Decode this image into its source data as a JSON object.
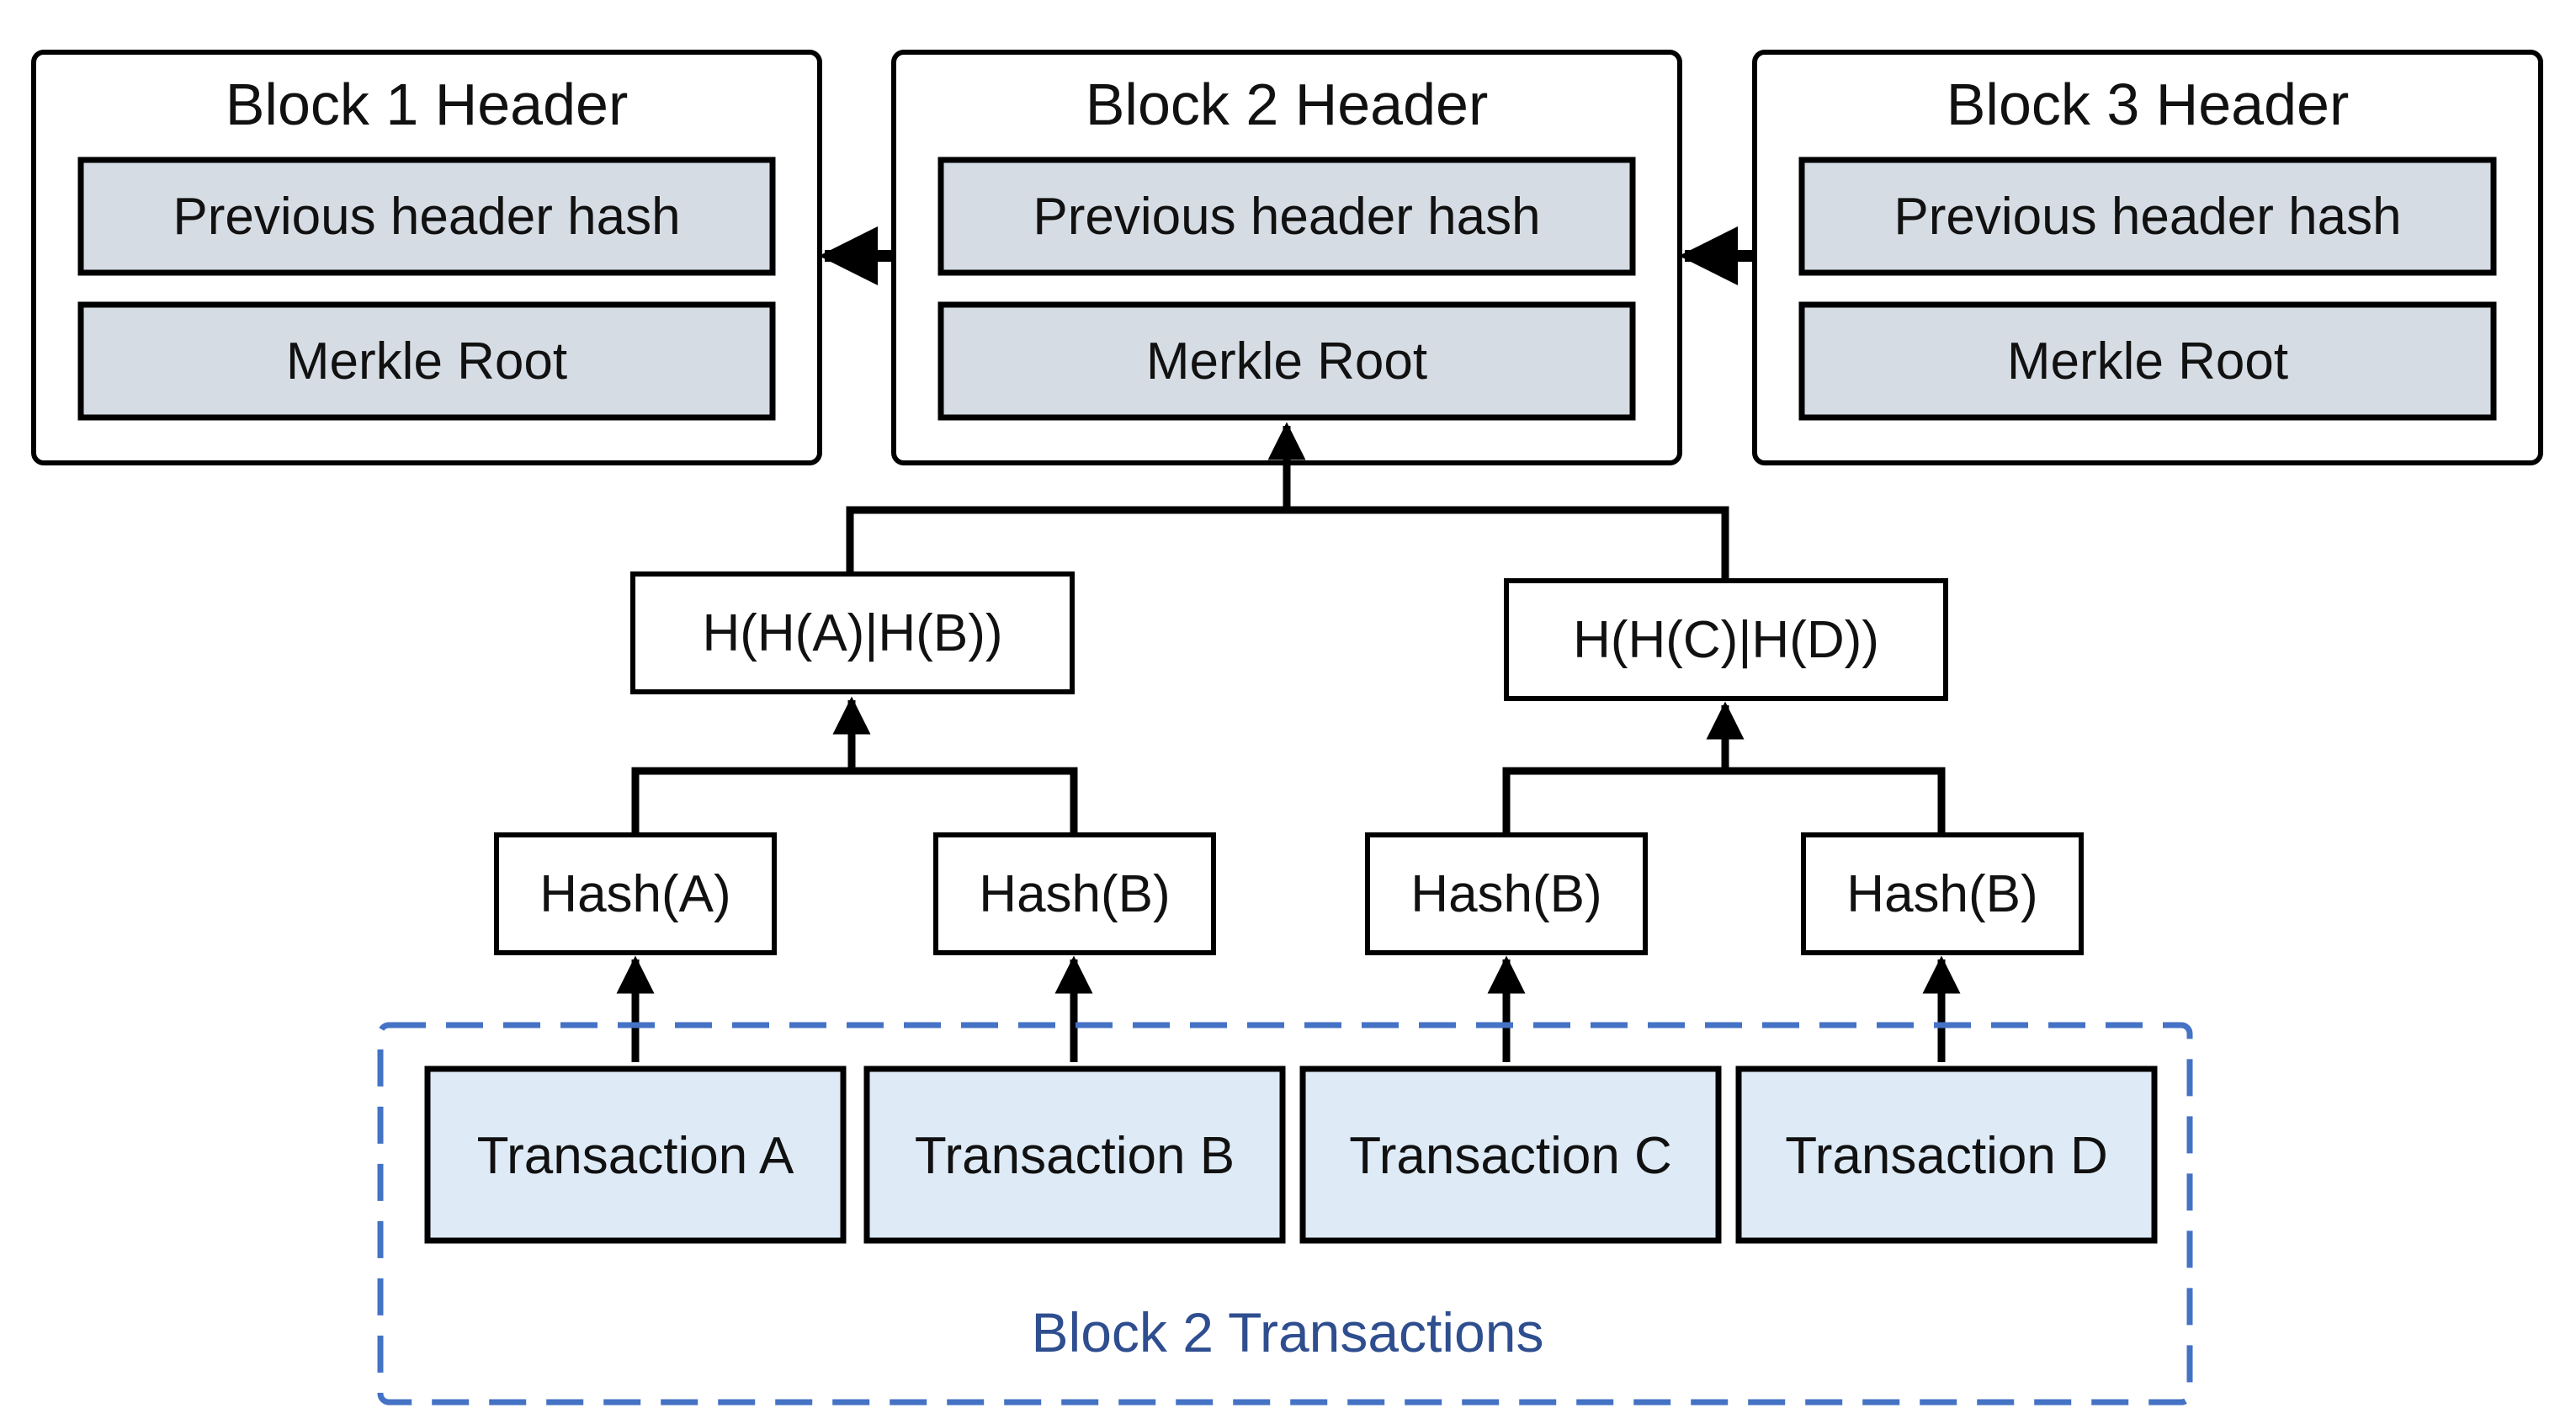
{
  "blocks": [
    {
      "title": "Block 1 Header",
      "fields": [
        "Previous header hash",
        "Merkle Root"
      ]
    },
    {
      "title": "Block 2 Header",
      "fields": [
        "Previous header hash",
        "Merkle Root"
      ]
    },
    {
      "title": "Block 3 Header",
      "fields": [
        "Previous header hash",
        "Merkle Root"
      ]
    }
  ],
  "merkle": {
    "level1": [
      "H(H(A)|H(B))",
      "H(H(C)|H(D))"
    ],
    "leaves": [
      "Hash(A)",
      "Hash(B)",
      "Hash(B)",
      "Hash(B)"
    ]
  },
  "transactions": {
    "items": [
      "Transaction A",
      "Transaction B",
      "Transaction C",
      "Transaction D"
    ],
    "group_label": "Block 2 Transactions"
  },
  "colors": {
    "field_fill": "#d6dce4",
    "tx_fill": "#deebf7",
    "group_border": "#4472c4",
    "group_text": "#2f4e8f",
    "stroke": "#000000"
  }
}
